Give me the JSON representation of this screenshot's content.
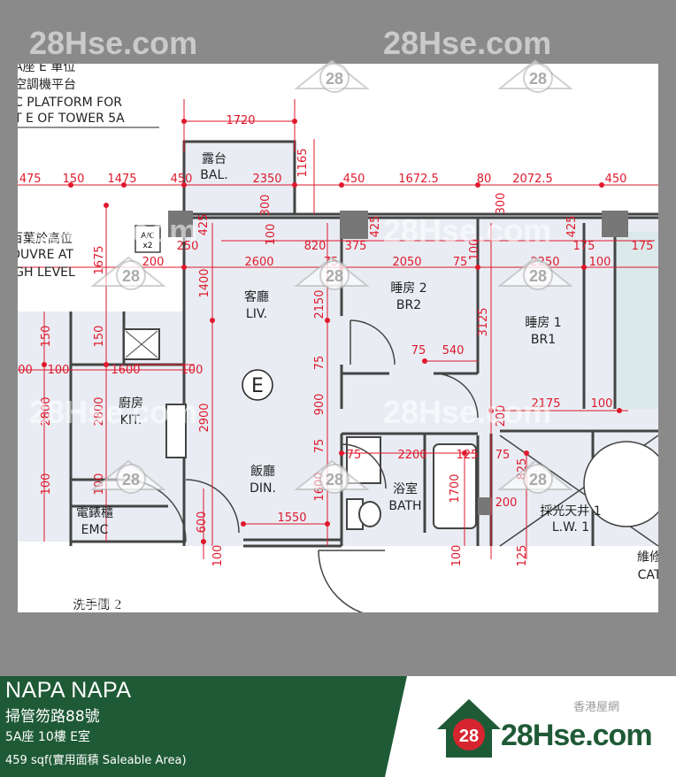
{
  "top_left_labels": [
    "A座 E 單位",
    "空調機平台",
    "C PLATFORM FOR",
    "T E OF TOWER 5A"
  ],
  "louvre_labels": [
    "百葉於高位",
    "OUVRE AT",
    "IGH LEVEL"
  ],
  "rooms": {
    "balcony": {
      "zh": "露台",
      "en": "BAL."
    },
    "living": {
      "zh": "客廳",
      "en": "LIV."
    },
    "bedroom2": {
      "zh": "睡房 2",
      "en": "BR2"
    },
    "bedroom1": {
      "zh": "睡房 1",
      "en": "BR1"
    },
    "kitchen": {
      "zh": "廚房",
      "en": "KIT."
    },
    "dining": {
      "zh": "飯廳",
      "en": "DIN."
    },
    "bath": {
      "zh": "浴室",
      "en": "BATH"
    },
    "emc": {
      "zh": "電錶櫃",
      "en": "EMC"
    },
    "lightwell": {
      "zh": "採光天井 1",
      "en": "L.W. 1"
    },
    "cat": {
      "zh": "維修",
      "en": "CAT"
    },
    "lav2": {
      "zh": "洗手間 2"
    }
  },
  "ac_label": [
    "A/C",
    "x2"
  ],
  "unit_marker": "E",
  "dimensions": {
    "top_1720": "1720",
    "d1165": "1165",
    "d1475a": "1475",
    "d150a": "150",
    "d1475b": "1475",
    "d450a": "450",
    "d2350": "2350",
    "d300a": "300",
    "d450b": "450",
    "d1672": "1672.5",
    "d80": "80",
    "d2072": "2072.5",
    "d450c": "450",
    "d300b": "300",
    "d425a": "425",
    "d100a": "100",
    "d820": "820",
    "d375": "375",
    "d425b": "425",
    "d425c": "425",
    "d175a": "175",
    "d175b": "175",
    "d250": "250",
    "d200a": "200",
    "d2600": "2600",
    "d75a": "75",
    "d2050": "2050",
    "d75b": "75",
    "d2250": "2250",
    "d100b": "100",
    "d1675": "1675",
    "d1400": "1400",
    "d2150": "2150",
    "d100c": "100",
    "d3125": "3125",
    "d150b": "150",
    "d150c": "150",
    "d75c": "75",
    "d540": "540",
    "d75d": "75",
    "d600": "600",
    "d100d": "100",
    "d1600": "1600",
    "d100e": "100",
    "d2800a": "2800",
    "d2800b": "2800",
    "d2900": "2900",
    "d900": "900",
    "d2175": "2175",
    "d100f": "100",
    "d200b": "200",
    "d75e": "75",
    "d75f": "75",
    "d2200": "2200",
    "d125a": "125",
    "d75g": "75",
    "d825": "825",
    "d1600b": "1600",
    "d1700": "1700",
    "d200c": "200",
    "d100g": "100",
    "d1550": "1550",
    "d600b": "600",
    "d100h": "100",
    "d100i": "100",
    "d125b": "125",
    "d100j": "100"
  },
  "watermark": "28Hse.com",
  "watermark_badge": "28",
  "footer": {
    "title": "NAPA NAPA",
    "address": "掃管笏路88號",
    "unit": "5A座 10樓 E室",
    "area": "459 sqf(實用面積 Saleable Area)"
  },
  "brand": {
    "tagline": "香港屋網",
    "name": "28Hse.com",
    "badge": "28"
  },
  "colors": {
    "green": "#1f5a36",
    "dim_red": "#e0182c",
    "wall": "#444444",
    "room_fill": "#e9edf3"
  }
}
